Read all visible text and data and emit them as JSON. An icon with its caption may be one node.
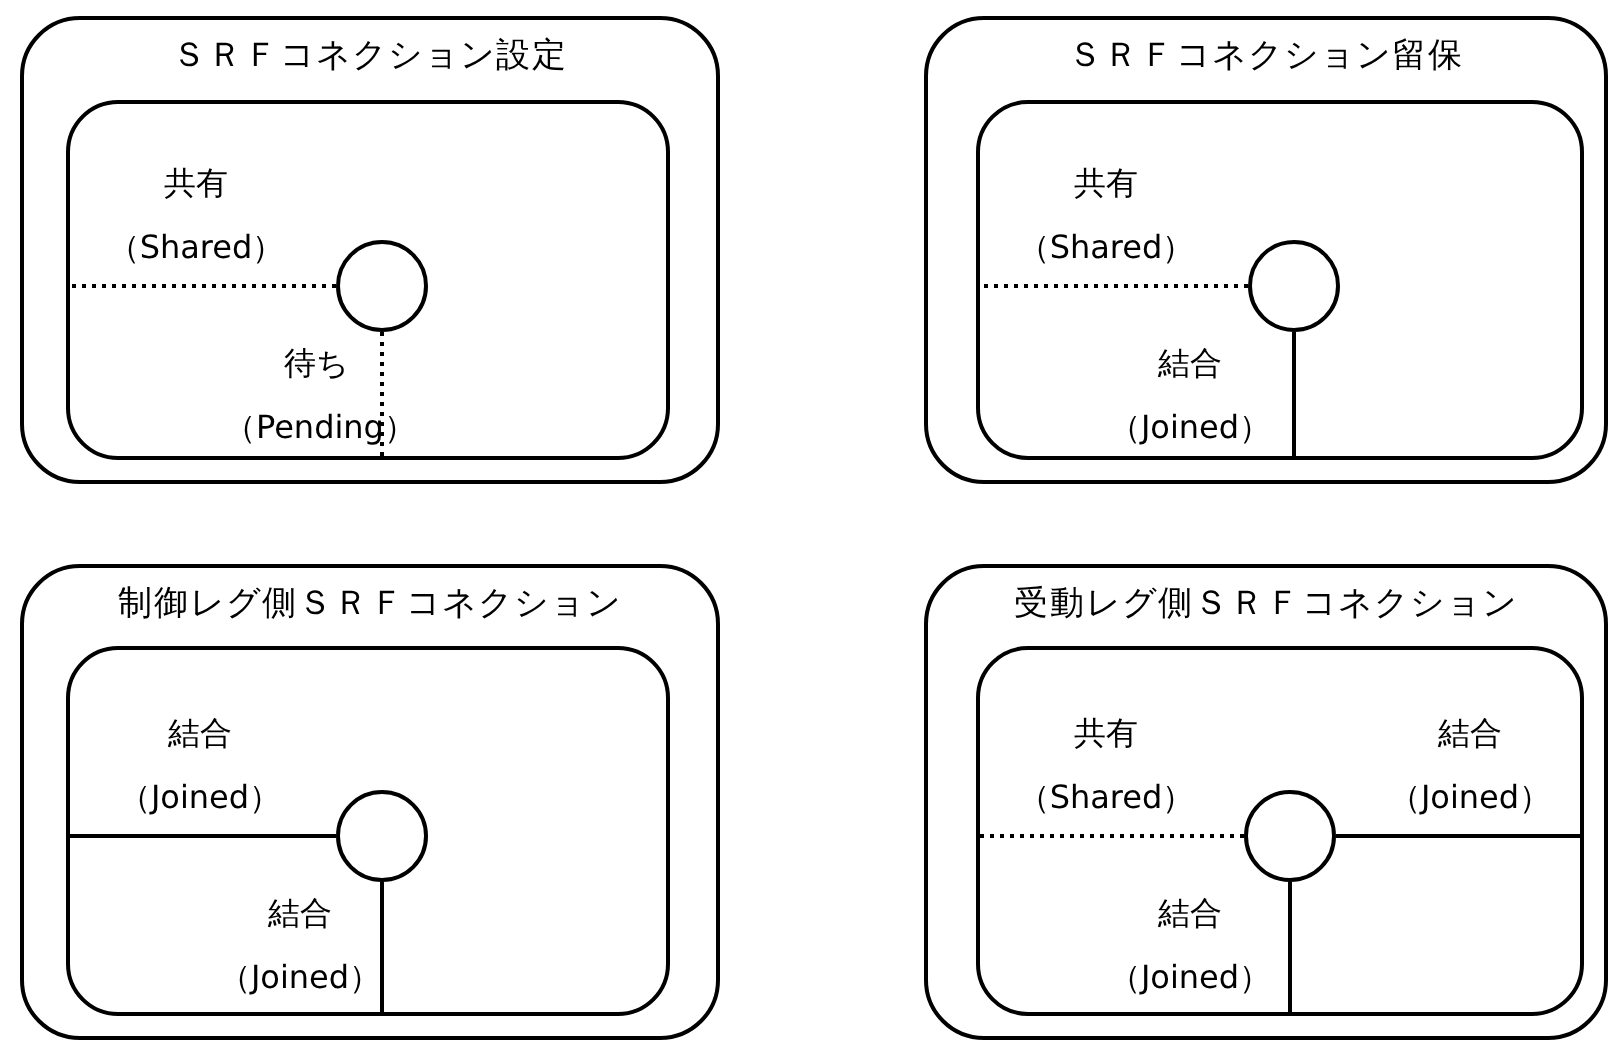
{
  "diagram": {
    "nodes": [
      {
        "text": [
          "ＳＲＦコネクション設定"
        ]
      },
      {
        "text": [],
        "shape": "box",
        "in": 0
      },
      {
        "text": [],
        "shape": "circle",
        "in": 1
      },
      {
        "text": [
          "ＳＲＦコネクション留保"
        ]
      },
      {
        "text": [],
        "shape": "box",
        "in": 3
      },
      {
        "text": [],
        "shape": "circle",
        "in": 4
      },
      {
        "text": [
          "制御レグ側ＳＲＦコネクション"
        ]
      },
      {
        "text": [],
        "shape": "box",
        "in": 6
      },
      {
        "text": [],
        "shape": "circle",
        "in": 7
      },
      {
        "text": [
          "受動レグ側ＳＲＦコネクション"
        ]
      },
      {
        "text": [],
        "shape": "box",
        "in": 9
      },
      {
        "text": [],
        "shape": "circle",
        "in": 10
      }
    ],
    "edges": [
      {
        "from": 2,
        "to": 1,
        "arrow": "none",
        "label": "共有（Shared）",
        "style": "dashed"
      },
      {
        "from": 2,
        "to": 1,
        "arrow": "none",
        "label": "待ち（Pending）",
        "style": "dashed"
      },
      {
        "from": 5,
        "to": 4,
        "arrow": "none",
        "label": "共有（Shared）",
        "style": "dashed"
      },
      {
        "from": 5,
        "to": 4,
        "arrow": "none",
        "label": "結合（Joined）"
      },
      {
        "from": 8,
        "to": 7,
        "arrow": "none",
        "label": "結合（Joined）"
      },
      {
        "from": 8,
        "to": 7,
        "arrow": "none",
        "label": "結合（Joined）"
      },
      {
        "from": 11,
        "to": 10,
        "arrow": "none",
        "label": "共有（Shared）",
        "style": "dashed"
      },
      {
        "from": 11,
        "to": 10,
        "arrow": "none",
        "label": "結合（Joined）"
      },
      {
        "from": 11,
        "to": 10,
        "arrow": "none",
        "label": "結合（Joined）"
      }
    ]
  }
}
